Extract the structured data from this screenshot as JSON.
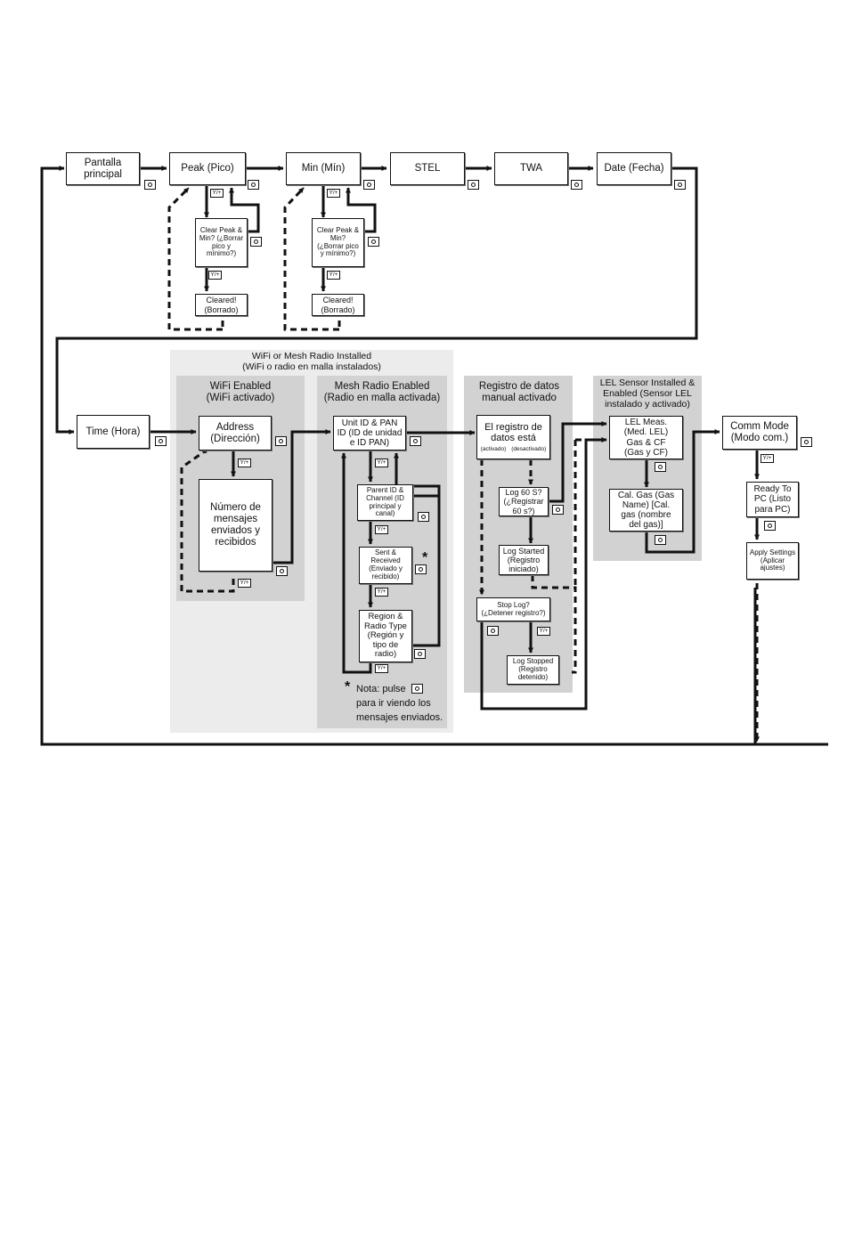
{
  "regions": {
    "wifi_mesh_outer": "WiFi or Mesh Radio Installed\n(WiFi o radio en malla instalados)",
    "wifi_enabled": "WiFi Enabled\n(WiFi activado)",
    "mesh_enabled": "Mesh Radio Enabled\n(Radio en malla activada)",
    "manual_log": "Registro de datos\nmanual activado",
    "lel_installed": "LEL Sensor Installed &\nEnabled (Sensor LEL\ninstalado y activado)"
  },
  "nodes": {
    "main_screen": "Pantalla\nprincipal",
    "peak": "Peak (Pico)",
    "min": "Min (Mín)",
    "stel": "STEL",
    "twa": "TWA",
    "date": "Date (Fecha)",
    "clear_peak": "Clear Peak &\nMin? (¿Borrar\npico y\nmínimo?)",
    "cleared_peak": "Cleared!\n(Borrado)",
    "clear_min": "Clear Peak &\nMin?\n(¿Borrar pico\ny mínimo?)",
    "cleared_min": "Cleared!\n(Borrado)",
    "time": "Time (Hora)",
    "address": "Address\n(Dirección)",
    "messages": "Número de\nmensajes\nenviados y\nrecibidos",
    "unit_id": "Unit ID & PAN\nID (ID de unidad\ne ID PAN)",
    "parent_id": "Parent ID &\nChannel (ID\nprincipal y\ncanal)",
    "sent_received": "Sent &\nReceived\n(Enviado y\nrecibido)",
    "region_type": "Region &\nRadio Type\n(Región y\ntipo de\nradio)",
    "log_enabled": "El registro de\ndatos está",
    "log_on": "(activado)",
    "log_off": "(desactivado)",
    "log60": "Log 60 S?\n(¿Registrar\n60 s?)",
    "log_started": "Log Started\n(Registro\niniciado)",
    "stop_log": "Stop Log?\n(¿Detener registro?)",
    "log_stopped": "Log Stopped\n(Registro\ndetenido)",
    "lel_meas": "LEL Meas.\n(Med. LEL)\nGas & CF\n(Gas y CF)",
    "cal_gas": "Cal. Gas (Gas\nName) [Cal.\ngas (nombre\ndel gas)]",
    "comm_mode": "Comm Mode\n(Modo com.)",
    "ready_pc": "Ready To\nPC (Listo\npara PC)",
    "apply_settings": "Apply Settings\n(Aplicar\najustes)"
  },
  "button_y": "Y/+",
  "note": {
    "star": "*",
    "line1": "Nota: pulse",
    "line2": "para ir viendo los",
    "line3": "mensajes enviados."
  },
  "icons": {
    "mode_button": "mode-button-icon",
    "yes_button": "yes-plus-button-icon"
  }
}
